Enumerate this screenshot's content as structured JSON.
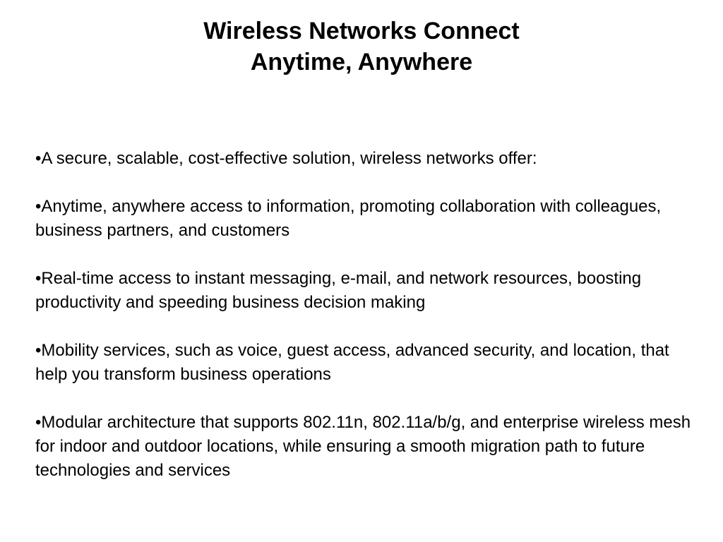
{
  "slide": {
    "title_line1": "Wireless Networks Connect",
    "title_line2": "Anytime, Anywhere",
    "bullets": [
      "•A secure, scalable, cost-effective solution, wireless networks offer:",
      "•Anytime, anywhere access to information, promoting collaboration with colleagues, business partners, and customers",
      "•Real-time access to instant messaging, e-mail, and network resources, boosting productivity and speeding business decision making",
      "•Mobility services, such as voice, guest access, advanced security, and location, that help you transform business operations",
      "•Modular architecture that supports 802.11n, 802.11a/b/g, and enterprise wireless mesh for indoor and outdoor locations, while ensuring a smooth migration path to future technologies and services"
    ]
  }
}
